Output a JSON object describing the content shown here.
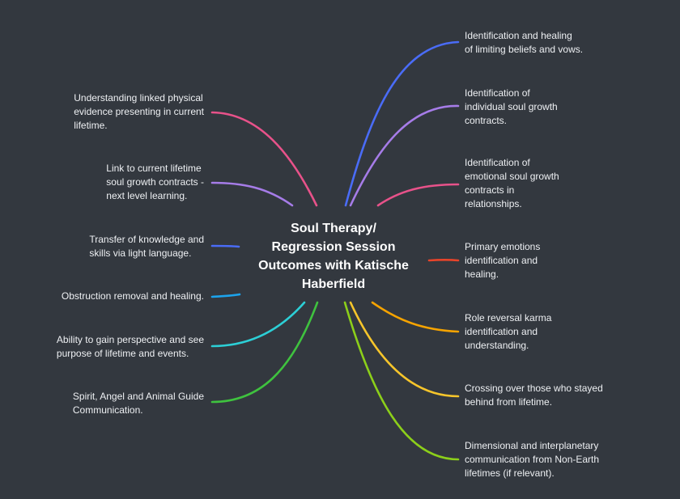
{
  "center": {
    "title_lines": [
      "Soul Therapy/",
      "Regression Session",
      "Outcomes with Katische",
      "Haberfield"
    ]
  },
  "right": [
    {
      "lines": [
        "Identification and healing",
        "of limiting beliefs and vows."
      ],
      "color": "#4a6cf7"
    },
    {
      "lines": [
        "Identification of",
        "individual soul growth",
        "contracts."
      ],
      "color": "#a67ce8"
    },
    {
      "lines": [
        "Identification of",
        "emotional soul growth",
        "contracts in",
        "relationships."
      ],
      "color": "#e8528a"
    },
    {
      "lines": [
        "Primary emotions",
        "identification and",
        "healing."
      ],
      "color": "#e8442a"
    },
    {
      "lines": [
        "Role reversal karma",
        "identification and",
        "understanding."
      ],
      "color": "#f5a300"
    },
    {
      "lines": [
        "Crossing over those who stayed",
        "behind from lifetime."
      ],
      "color": "#f6c52b"
    },
    {
      "lines": [
        "Dimensional and interplanetary",
        "communication from Non-Earth",
        "lifetimes (if relevant)."
      ],
      "color": "#8ccf1a"
    }
  ],
  "left": [
    {
      "lines": [
        "Understanding linked physical",
        "evidence presenting in current",
        "lifetime."
      ],
      "color": "#e8528a"
    },
    {
      "lines": [
        "Link to current lifetime",
        "soul growth contracts -",
        "next level learning."
      ],
      "color": "#a67ce8"
    },
    {
      "lines": [
        "Transfer of knowledge and",
        "skills via light language."
      ],
      "color": "#4a6cf7"
    },
    {
      "lines": [
        "Obstruction removal and healing."
      ],
      "color": "#1ca3ec"
    },
    {
      "lines": [
        "Ability to gain perspective and see",
        "purpose of lifetime and events."
      ],
      "color": "#2ccfd6"
    },
    {
      "lines": [
        "Spirit, Angel and Animal Guide",
        "Communication."
      ],
      "color": "#3fc23f"
    }
  ]
}
